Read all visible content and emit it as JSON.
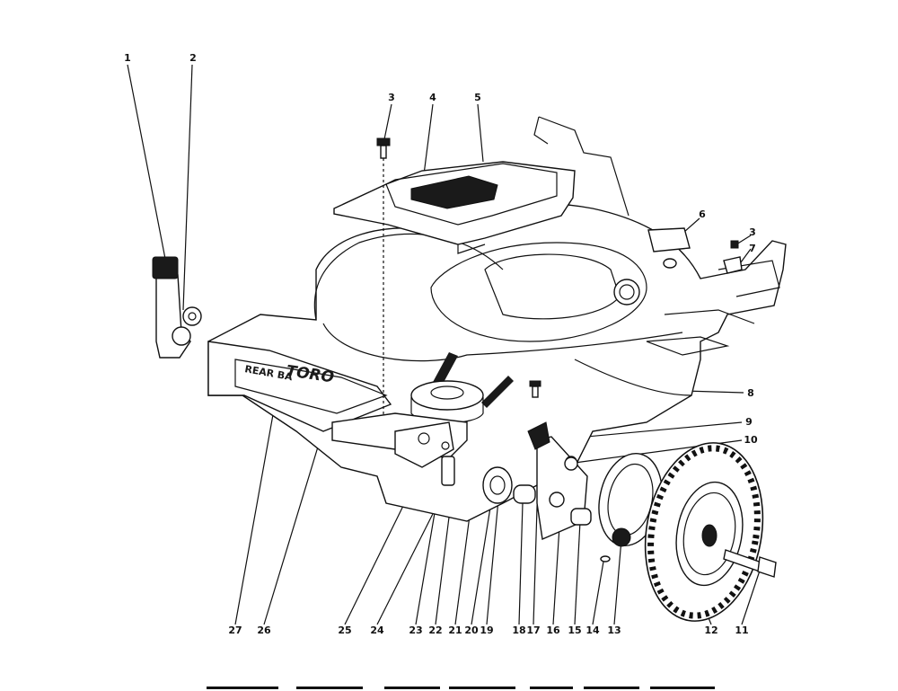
{
  "diagram": {
    "callouts": [
      "1",
      "2",
      "3",
      "4",
      "5",
      "6",
      "3",
      "7",
      "8",
      "9",
      "10",
      "27",
      "26",
      "25",
      "24",
      "23",
      "22",
      "21",
      "20",
      "19",
      "18",
      "17",
      "16",
      "15",
      "14",
      "13",
      "12",
      "11"
    ],
    "deck_lettering": "TORO",
    "deck_decal": "REAR BA"
  },
  "colors": {
    "ink": "#111111",
    "paper": "#ffffff"
  }
}
